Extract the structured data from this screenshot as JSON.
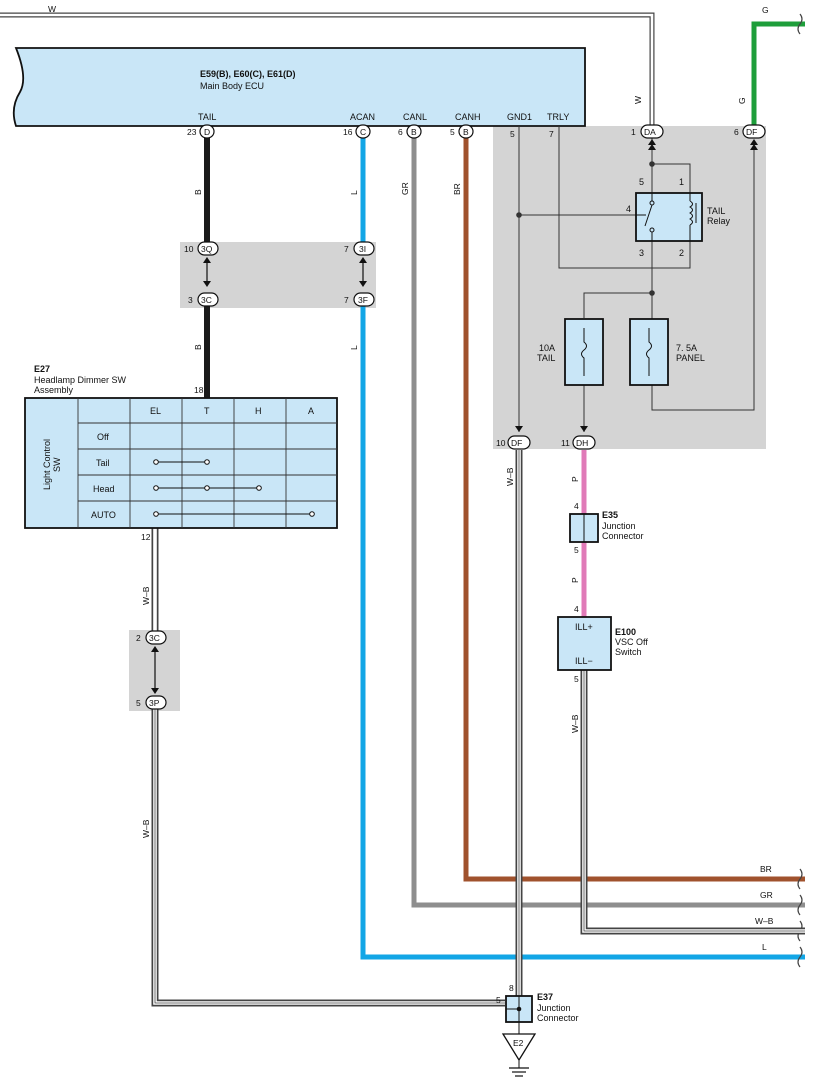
{
  "ecu": {
    "title": "E59(B), E60(C), E61(D)",
    "subtitle": "Main Body ECU",
    "terminals": [
      {
        "pin": "23",
        "conn": "D",
        "label": "TAIL"
      },
      {
        "pin": "16",
        "conn": "C",
        "label": "ACAN"
      },
      {
        "pin": "6",
        "conn": "B",
        "label": "CANL"
      },
      {
        "pin": "5",
        "conn": "B",
        "label": "CANH"
      },
      {
        "pin": "5",
        "label": "GND1"
      },
      {
        "pin": "7",
        "label": "TRLY"
      },
      {
        "pin": "1",
        "conn": "DA"
      },
      {
        "pin": "6",
        "conn": "DF"
      }
    ]
  },
  "relay": {
    "name": "TAIL",
    "name2": "Relay",
    "pins": [
      "5",
      "1",
      "4",
      "3",
      "2"
    ]
  },
  "fuses": [
    {
      "rating": "10A",
      "name": "TAIL"
    },
    {
      "rating": "7. 5A",
      "name": "PANEL"
    }
  ],
  "ecu_bottom_terminals": [
    {
      "pin": "10",
      "conn": "DF"
    },
    {
      "pin": "11",
      "conn": "DH"
    }
  ],
  "junction_mid": [
    {
      "pin": "10",
      "conn": "3Q"
    },
    {
      "pin": "7",
      "conn": "3I"
    },
    {
      "pin": "3",
      "conn": "3C"
    },
    {
      "pin": "7",
      "conn": "3F"
    }
  ],
  "junction_lower": [
    {
      "pin": "2",
      "conn": "3C"
    },
    {
      "pin": "5",
      "conn": "3P"
    }
  ],
  "switch": {
    "id": "E27",
    "name": "Headlamp Dimmer SW",
    "name2": "Assembly",
    "pin_top": "18",
    "pin_bottom": "12",
    "side_label": "Light Control",
    "side_label2": "SW",
    "columns": [
      "EL",
      "T",
      "H",
      "A"
    ],
    "rows": [
      "Off",
      "Tail",
      "Head",
      "AUTO"
    ]
  },
  "e35": {
    "id": "E35",
    "name": "Junction",
    "name2": "Connector",
    "pin_top": "4",
    "pin_bottom": "5"
  },
  "e100": {
    "id": "E100",
    "name": "VSC Off",
    "name2": "Switch",
    "term_top": "ILL+",
    "term_bottom": "ILL−",
    "pin_top": "4",
    "pin_bottom": "5"
  },
  "e37": {
    "id": "E37",
    "name": "Junction",
    "name2": "Connector",
    "pin_top": "8",
    "pin_left": "5"
  },
  "ground": {
    "label": "E2"
  },
  "wire_labels": {
    "w": "W",
    "g": "G",
    "b": "B",
    "l": "L",
    "gr": "GR",
    "br": "BR",
    "wb": "W–B",
    "p": "P"
  },
  "colors": {
    "ecu_fill": "#c9e6f7",
    "gray_zone": "#d4d4d4",
    "wire_black": "#1a1a1a",
    "wire_blue": "#12a6e6",
    "wire_gray": "#8e8e8e",
    "wire_brown": "#a0522d",
    "wire_green": "#1e9e3a",
    "wire_pink": "#e07ab8"
  }
}
